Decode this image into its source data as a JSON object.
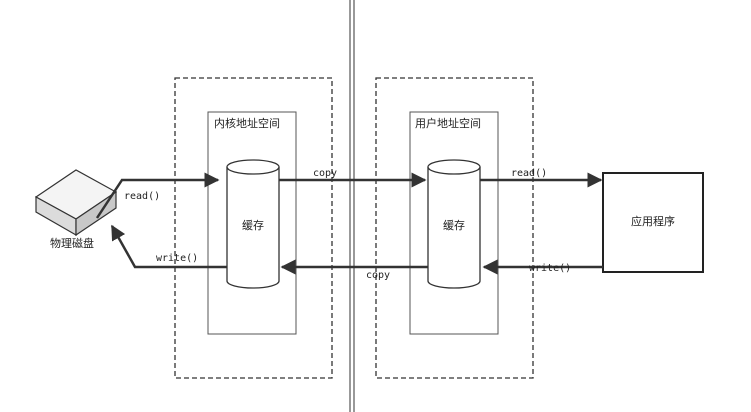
{
  "disk": {
    "label": "物理磁盘"
  },
  "kernel_space": {
    "title": "内核地址空间",
    "buffer_label": "缓存"
  },
  "user_space": {
    "title": "用户地址空间",
    "buffer_label": "缓存"
  },
  "app": {
    "label": "应用程序"
  },
  "arrows": {
    "disk_read": "read()",
    "disk_write": "write()",
    "copy_to_user": "copy",
    "copy_to_kernel": "copy",
    "app_read": "read()",
    "app_write": "write()"
  }
}
